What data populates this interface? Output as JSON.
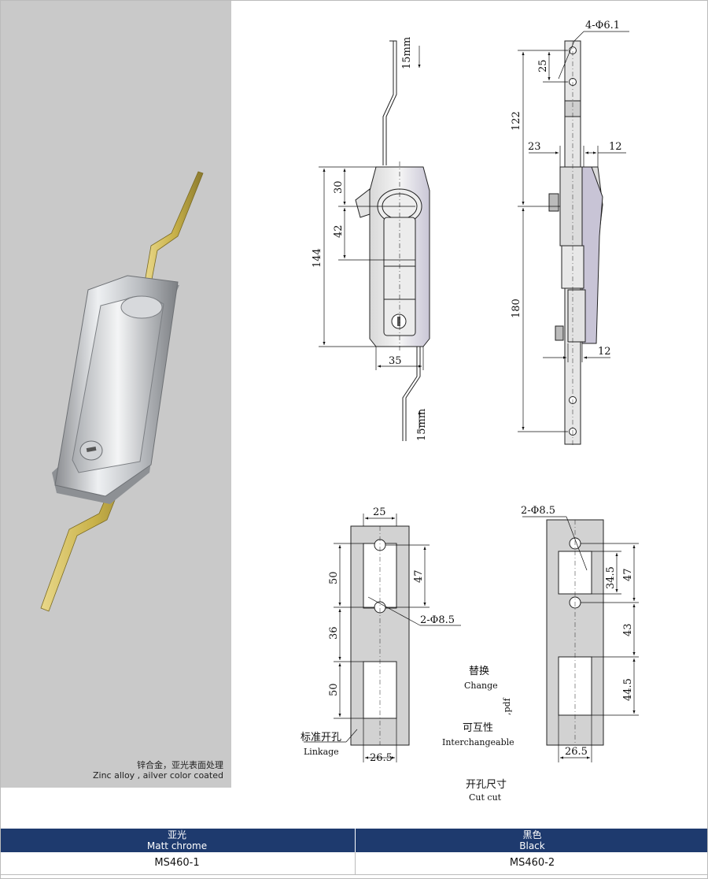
{
  "photo": {
    "caption_cn": "锌合金，亚光表面处理",
    "caption_en": "Zinc alloy , ailver color coated"
  },
  "front_view": {
    "travel_top": "15mm",
    "travel_bottom": "15mm",
    "dim_30": "30",
    "dim_42": "42",
    "dim_144": "144",
    "dim_35": "35"
  },
  "side_view": {
    "holes": "4-Φ6.1",
    "dim_25": "25",
    "dim_122": "122",
    "dim_23": "23",
    "dim_12_top": "12",
    "dim_180": "180",
    "dim_12_bottom": "12"
  },
  "cutout_left": {
    "dim_25": "25",
    "dim_50_top": "50",
    "dim_47": "47",
    "holes": "2-Φ8.5",
    "dim_36": "36",
    "dim_50_bottom": "50",
    "dim_26_5": "26.5",
    "linkage_cn": "标准开孔",
    "linkage_en": "Linkage"
  },
  "cutout_right": {
    "holes": "2-Φ8.5",
    "dim_34_5": "34.5",
    "dim_47": "47",
    "dim_43": "43",
    "dim_44_5": "44.5",
    "dim_26_5": "26.5"
  },
  "notes": {
    "change_cn": "替换",
    "change_en": "Change",
    "pdf_mark": ",pdf",
    "interchange_cn": "可互性",
    "interchange_en": "Interchangeable",
    "cutcut_cn": "开孔尺寸",
    "cutcut_en": "Cut cut"
  },
  "variants": [
    {
      "finish_cn": "亚光",
      "finish_en": "Matt chrome",
      "model": "MS460-1"
    },
    {
      "finish_cn": "黑色",
      "finish_en": "Black",
      "model": "MS460-2"
    }
  ],
  "colors": {
    "bar": "#1e3a6e",
    "photo_bg": "#c9c9c9",
    "rod_gold": "#c9b24a"
  }
}
